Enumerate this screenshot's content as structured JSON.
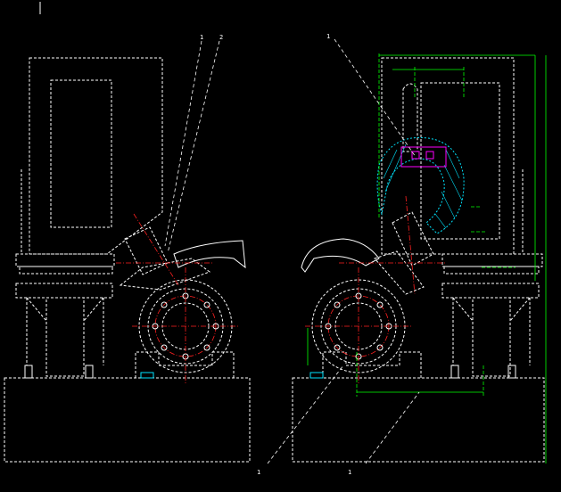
{
  "drawing": {
    "background": "#000000",
    "colors": {
      "outline": "#ffffff",
      "centerline": "#ff2020",
      "dimension": "#00ff00",
      "hatch": "#00e5ff",
      "highlight": "#ff00ff"
    },
    "balloons": {
      "top_left_a": "1",
      "top_left_b": "2",
      "top_right": "1",
      "bottom_left": "1",
      "bottom_right": "1"
    },
    "dimensions": {
      "top_overall": "",
      "top_left_part": "",
      "top_right_part": "",
      "bottom_overall": ""
    }
  }
}
